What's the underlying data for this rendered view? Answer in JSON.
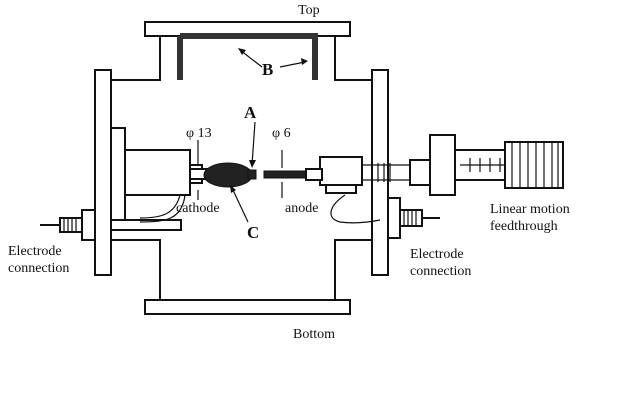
{
  "labels": {
    "top": "Top",
    "bottom": "Bottom",
    "a": "A",
    "b": "B",
    "c": "C",
    "phi13": "φ 13",
    "phi6": "φ 6",
    "cathode": "cathode",
    "anode": "anode",
    "electrode_left_1": "Electrode",
    "electrode_left_2": "connection",
    "electrode_right_1": "Electrode",
    "electrode_right_2": "connection",
    "feedthrough_1": "Linear motion",
    "feedthrough_2": "feedthrough"
  }
}
